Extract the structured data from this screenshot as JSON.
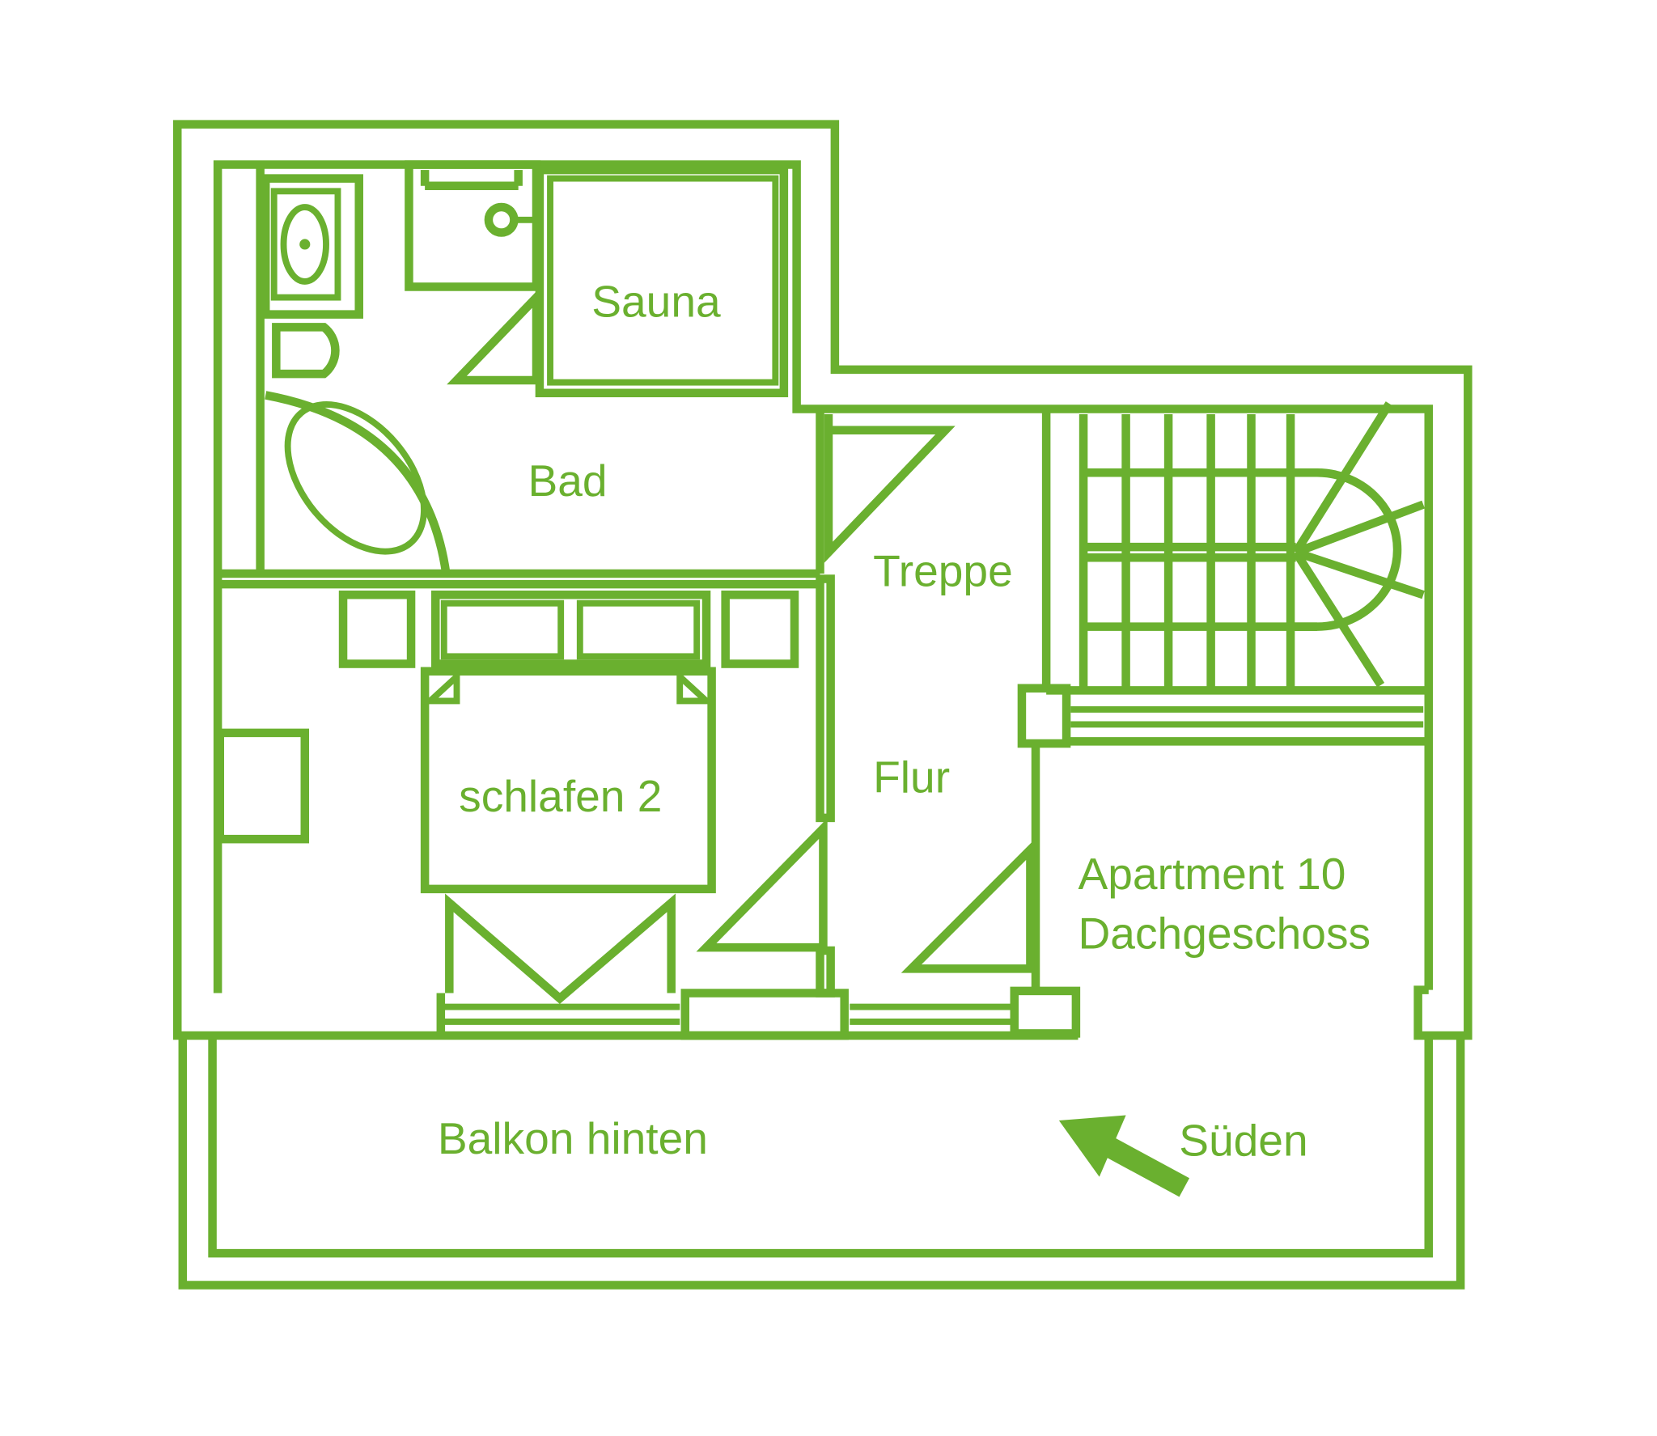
{
  "plan": {
    "color": "#6ab02f",
    "rooms": {
      "sauna": "Sauna",
      "bad": "Bad",
      "treppe": "Treppe",
      "schlafen": "schlafen 2",
      "flur": "Flur",
      "apartment": "Apartment 10",
      "floor": "Dachgeschoss",
      "balkon": "Balkon hinten"
    },
    "compass": {
      "label": "Süden",
      "icon": "arrow-icon"
    }
  }
}
